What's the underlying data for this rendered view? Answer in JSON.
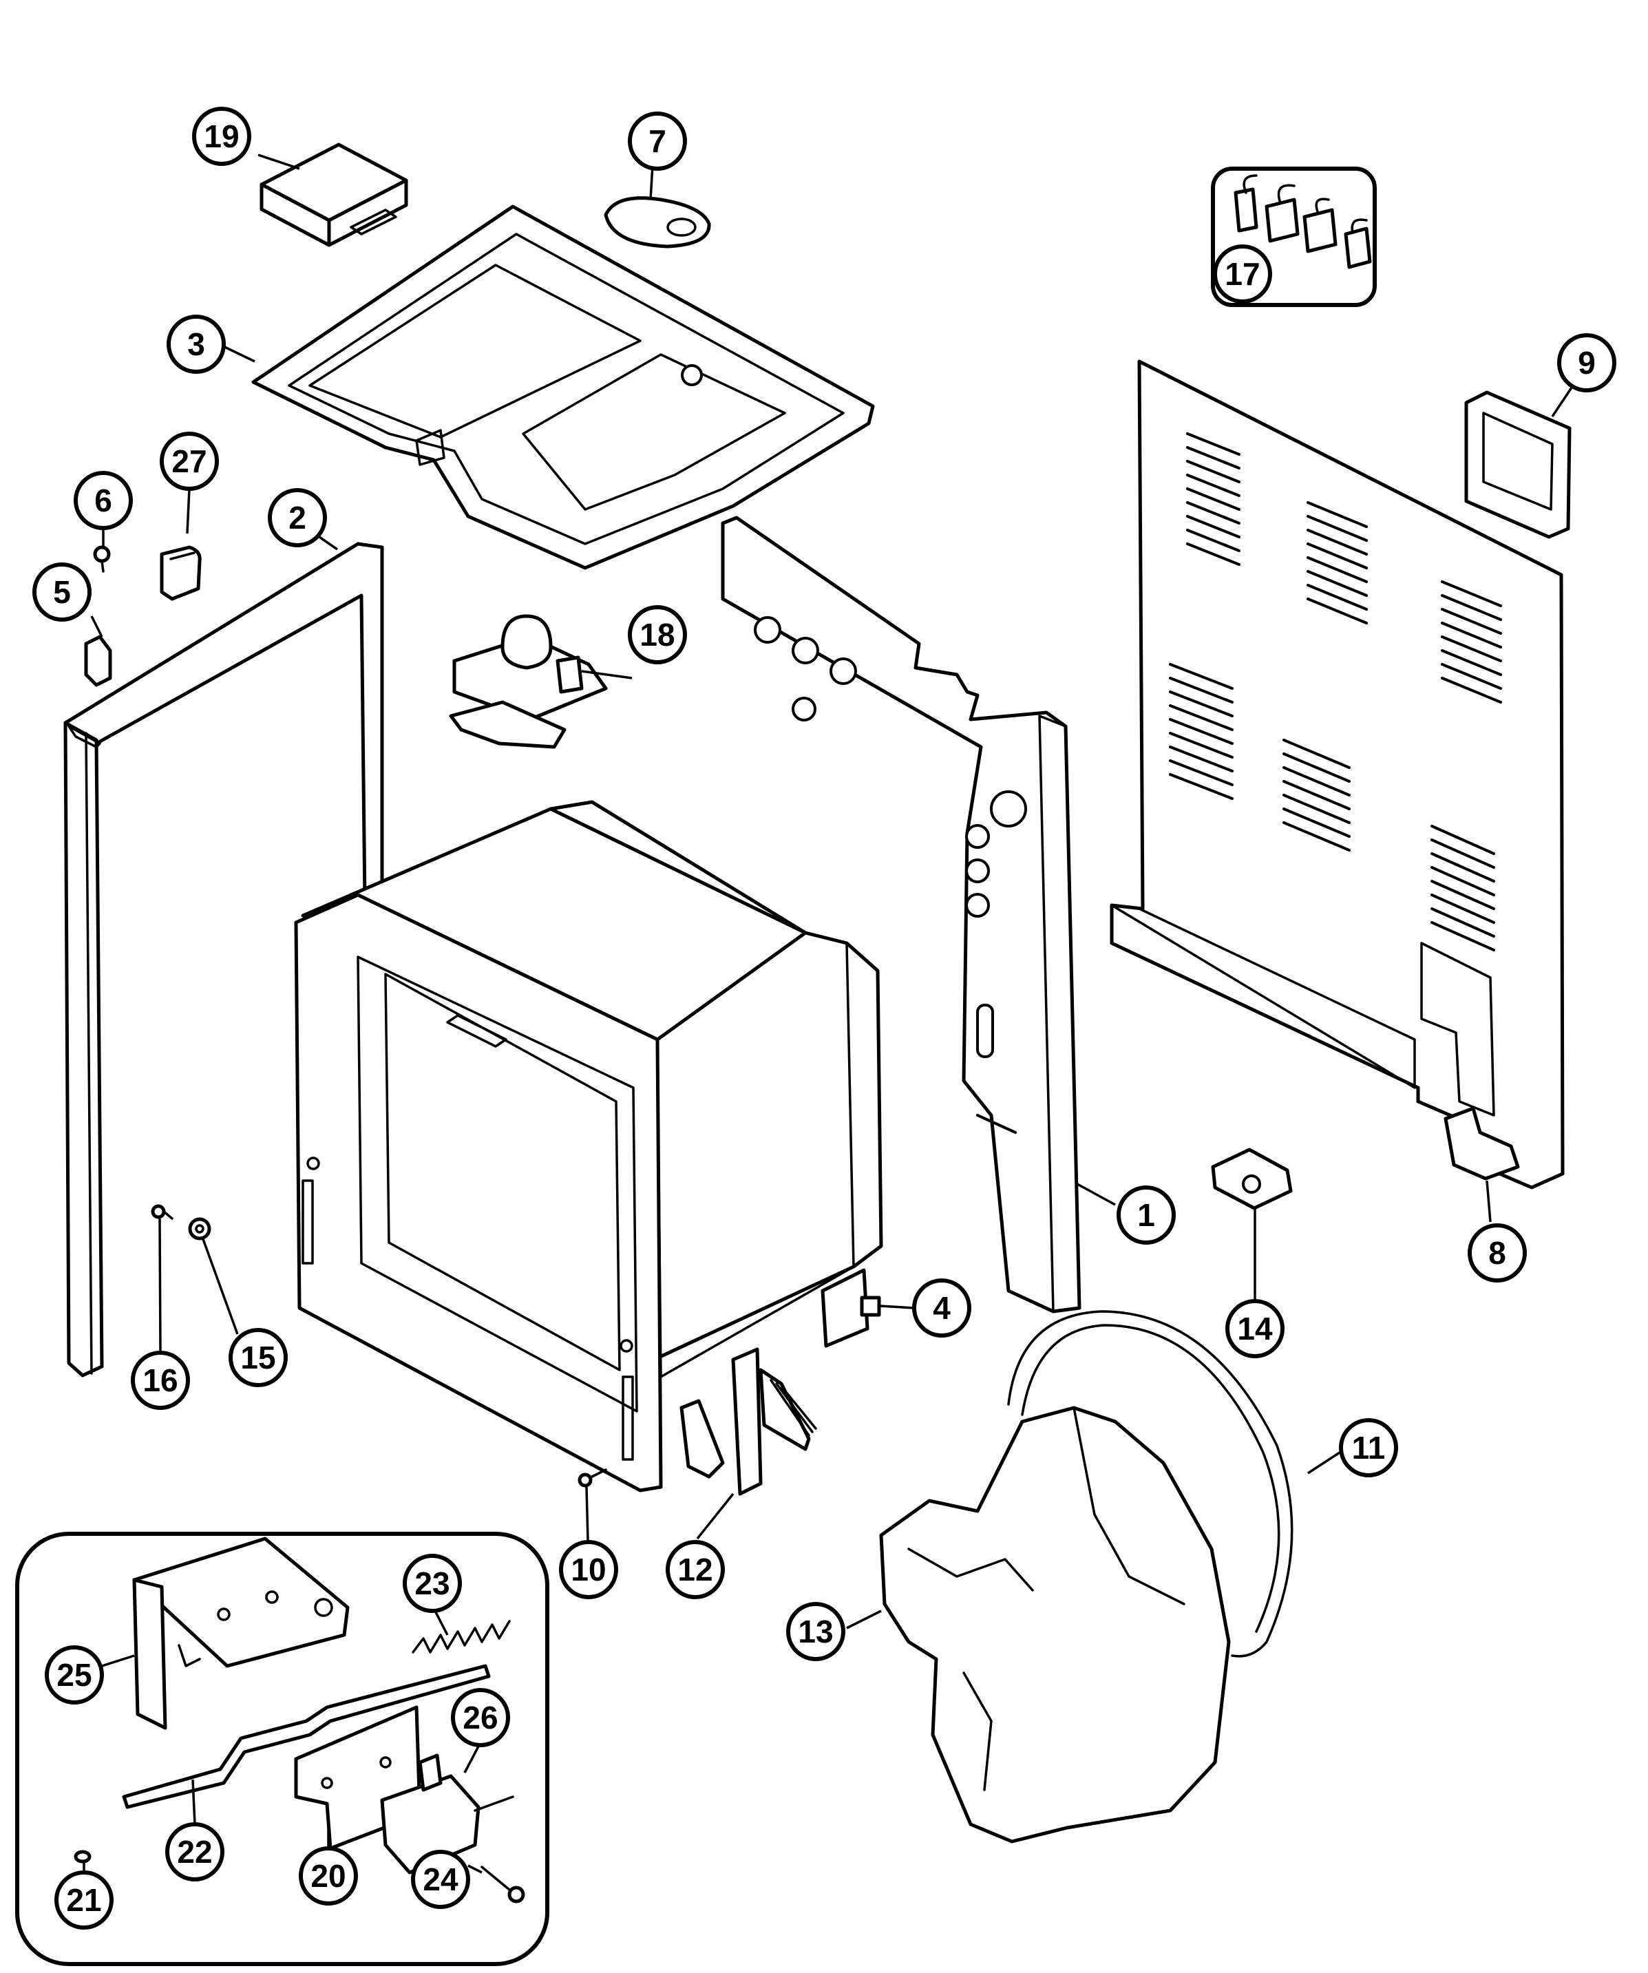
{
  "diagram": {
    "callouts": [
      {
        "label": "1",
        "part": "side-panel"
      },
      {
        "label": "2",
        "part": "side-trim"
      },
      {
        "label": "3",
        "part": "top-panel"
      },
      {
        "label": "4",
        "part": "bracket-small"
      },
      {
        "label": "5",
        "part": "corner-clip"
      },
      {
        "label": "6",
        "part": "screw"
      },
      {
        "label": "7",
        "part": "cap"
      },
      {
        "label": "8",
        "part": "bracket-bottom"
      },
      {
        "label": "9",
        "part": "duct-bracket"
      },
      {
        "label": "10",
        "part": "screw"
      },
      {
        "label": "11",
        "part": "gasket"
      },
      {
        "label": "12",
        "part": "door-hinge"
      },
      {
        "label": "13",
        "part": "insulation"
      },
      {
        "label": "14",
        "part": "clip-bracket"
      },
      {
        "label": "15",
        "part": "nut"
      },
      {
        "label": "16",
        "part": "screw"
      },
      {
        "label": "17",
        "part": "terminal-block"
      },
      {
        "label": "18",
        "part": "thermostat-assembly"
      },
      {
        "label": "19",
        "part": "control-module"
      },
      {
        "label": "20",
        "part": "plate"
      },
      {
        "label": "21",
        "part": "pin"
      },
      {
        "label": "22",
        "part": "lock-rod"
      },
      {
        "label": "23",
        "part": "spring"
      },
      {
        "label": "24",
        "part": "screw"
      },
      {
        "label": "25",
        "part": "lock-bracket"
      },
      {
        "label": "26",
        "part": "switch"
      },
      {
        "label": "27",
        "part": "plug-button"
      }
    ]
  }
}
